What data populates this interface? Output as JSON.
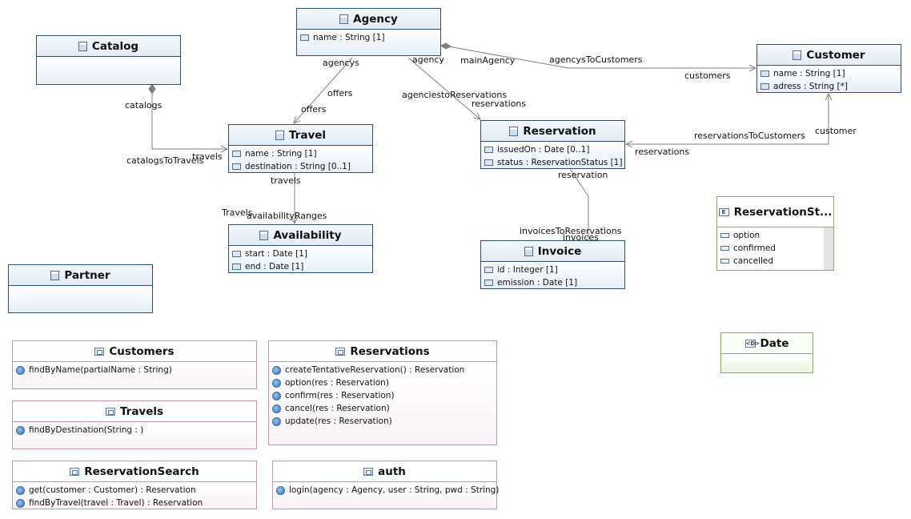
{
  "classes": {
    "agency": {
      "name": "Agency",
      "attrs": [
        "name : String [1]"
      ]
    },
    "catalog": {
      "name": "Catalog"
    },
    "customer": {
      "name": "Customer",
      "attrs": [
        "name : String [1]",
        "adress : String [*]"
      ]
    },
    "travel": {
      "name": "Travel",
      "attrs": [
        "name : String [1]",
        "destination : String [0..1]"
      ]
    },
    "reservation": {
      "name": "Reservation",
      "attrs": [
        "issuedOn : Date [0..1]",
        "status : ReservationStatus [1]"
      ]
    },
    "availability": {
      "name": "Availability",
      "attrs": [
        "start : Date [1]",
        "end : Date [1]"
      ]
    },
    "invoice": {
      "name": "Invoice",
      "attrs": [
        "id : Integer [1]",
        "emission : Date [1]"
      ]
    },
    "partner": {
      "name": "Partner"
    }
  },
  "enumeration": {
    "name": "ReservationSt...",
    "literals": [
      "option",
      "confirmed",
      "cancelled"
    ]
  },
  "datatype": {
    "name": "Date",
    "icon_text": "<D>"
  },
  "services": {
    "customers": {
      "name": "Customers",
      "ops": [
        "findByName(partialName : String)"
      ]
    },
    "reservations": {
      "name": "Reservations",
      "ops": [
        "createTentativeReservation() : Reservation",
        "option(res : Reservation)",
        "confirm(res : Reservation)",
        "cancel(res : Reservation)",
        "update(res : Reservation)"
      ]
    },
    "travels": {
      "name": "Travels",
      "ops": [
        "findByDestination(String : )"
      ]
    },
    "reservation_search": {
      "name": "ReservationSearch",
      "ops": [
        "get(customer : Customer) : Reservation",
        "findByTravel(travel : Travel) : Reservation"
      ]
    },
    "auth": {
      "name": "auth",
      "ops": [
        "login(agency : Agency, user : String, pwd : String)"
      ]
    }
  },
  "edge_labels": {
    "agencys": "agencys",
    "offers_top": "offers",
    "offers_bottom": "offers",
    "agency": "agency",
    "main_agency": "mainAgency",
    "agencys_to_customers": "agencysToCustomers",
    "customers": "customers",
    "agencies_to_reservations": "agenciestoReservations",
    "reservations_top": "reservations",
    "catalogs": "catalogs",
    "travels_left": "travels",
    "catalogs_to_travels": "catalogsToTravels",
    "reservations_to_customers": "reservationsToCustomers",
    "customer": "customer",
    "reservations_right": "reservations",
    "reservation": "reservation",
    "travels_bottom": "travels",
    "travels_cap": "Travels",
    "availability_ranges": "availabilityRanges",
    "invoices_to_reservations": "invoicesToReservations",
    "invoices": "invoices"
  },
  "colors": {
    "class_border": "#2f4f6f",
    "service_border": "#c793ad",
    "enum_border": "#7fb34d",
    "edge": "#7f7f7f"
  }
}
